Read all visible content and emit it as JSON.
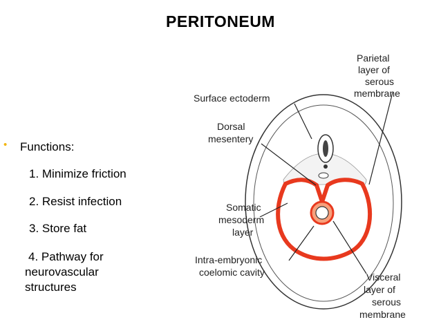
{
  "title": "PERITONEUM",
  "functions": {
    "heading": "Functions:",
    "items": [
      "1.  Minimize friction",
      "2.  Resist infection",
      "3.  Store fat"
    ],
    "item4": [
      "4.  Pathway for",
      "neurovascular",
      "structures"
    ]
  },
  "labels": {
    "parietal": [
      "Parietal",
      "layer of",
      "serous",
      "membrane"
    ],
    "surface": "Surface ectoderm",
    "dorsal": [
      "Dorsal",
      "mesentery"
    ],
    "somatic": [
      "Somatic",
      "mesoderm",
      "layer"
    ],
    "intra": [
      "Intra-embryonic",
      "coelomic cavity"
    ],
    "visceral": [
      "Visceral",
      "layer of",
      "serous",
      "membrane"
    ]
  },
  "colors": {
    "bullet": "#f2b50f",
    "serous_red": "#e8391e",
    "serous_fill": "#f7a07c"
  }
}
